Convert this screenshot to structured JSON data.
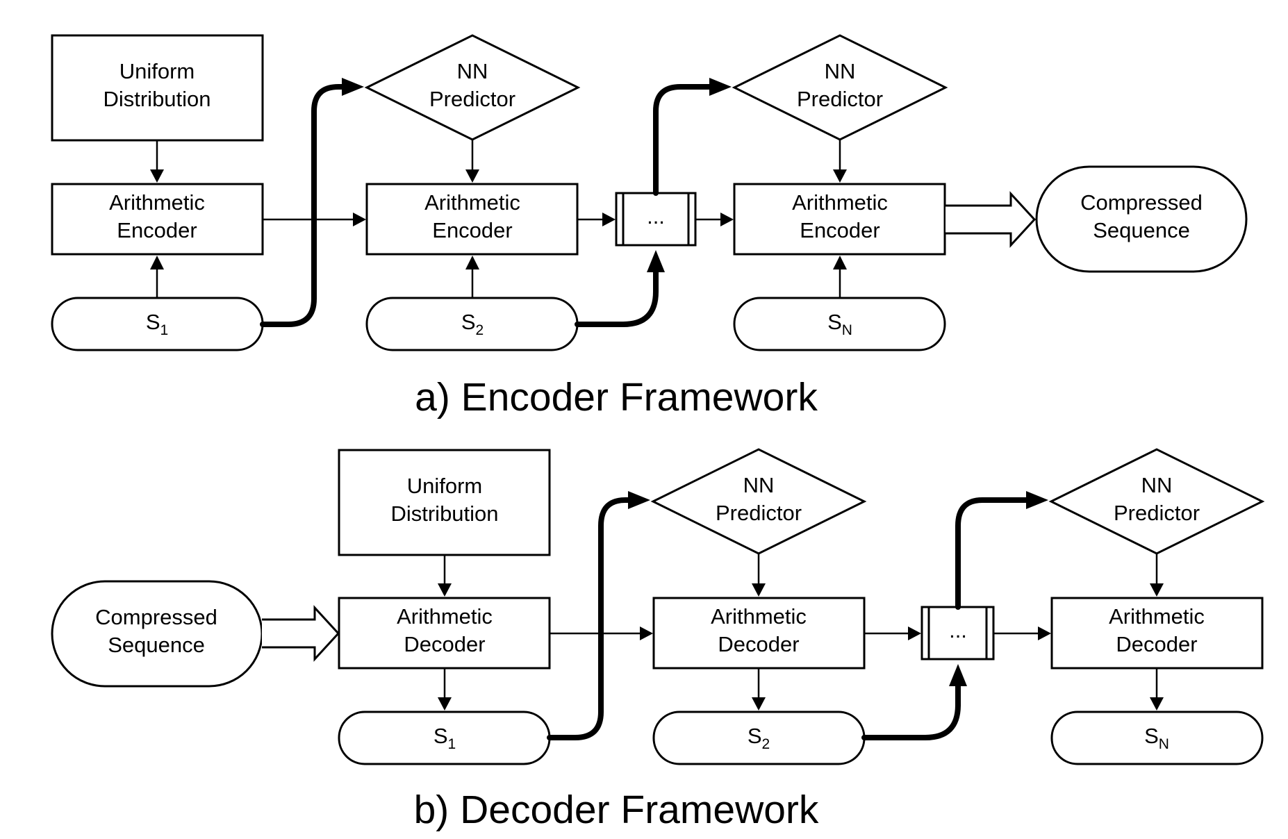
{
  "encoder": {
    "caption": "a) Encoder Framework",
    "uniform": [
      "Uniform",
      "Distribution"
    ],
    "predictor": [
      "NN",
      "Predictor"
    ],
    "coder": [
      "Arithmetic",
      "Encoder"
    ],
    "ellipsis": "...",
    "output": [
      "Compressed",
      "Sequence"
    ],
    "symbols": [
      {
        "base": "S",
        "sub": "1"
      },
      {
        "base": "S",
        "sub": "2"
      },
      {
        "base": "S",
        "sub": "N"
      }
    ]
  },
  "decoder": {
    "caption": "b) Decoder Framework",
    "uniform": [
      "Uniform",
      "Distribution"
    ],
    "predictor": [
      "NN",
      "Predictor"
    ],
    "coder": [
      "Arithmetic",
      "Decoder"
    ],
    "ellipsis": "...",
    "input": [
      "Compressed",
      "Sequence"
    ],
    "symbols": [
      {
        "base": "S",
        "sub": "1"
      },
      {
        "base": "S",
        "sub": "2"
      },
      {
        "base": "S",
        "sub": "N"
      }
    ]
  }
}
